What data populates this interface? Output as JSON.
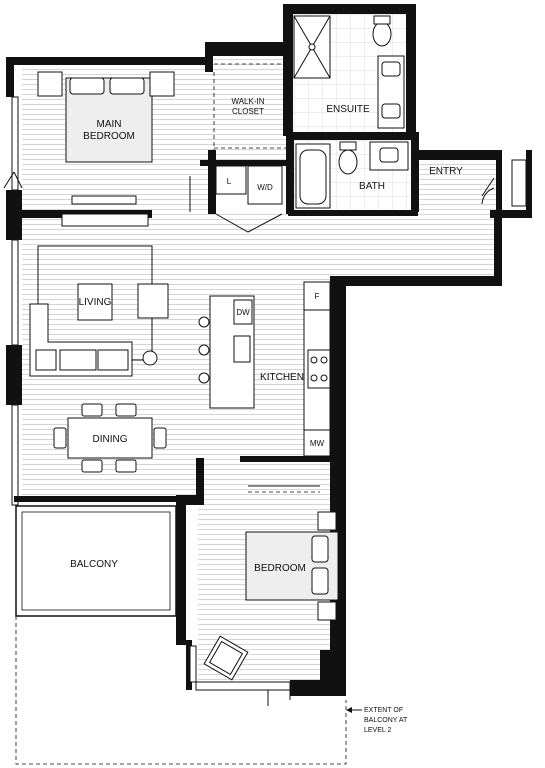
{
  "rooms": {
    "main_bedroom": [
      "MAIN",
      "BEDROOM"
    ],
    "walk_in_closet": [
      "WALK-IN",
      "CLOSET"
    ],
    "ensuite": "ENSUITE",
    "bath": "BATH",
    "entry": "ENTRY",
    "laundry": "L",
    "washer_dryer": "W/D",
    "living": "LIVING",
    "kitchen": "KITCHEN",
    "dishwasher": "DW",
    "fridge": "F",
    "microwave": "MW",
    "dining": "DINING",
    "balcony": "BALCONY",
    "bedroom": "BEDROOM"
  },
  "notes": {
    "balcony_extent": [
      "EXTENT OF",
      "BALCONY AT",
      "LEVEL 2"
    ]
  },
  "colors": {
    "wall": "#111111",
    "floor_lines": "#bdbdbd",
    "background": "#ffffff"
  }
}
